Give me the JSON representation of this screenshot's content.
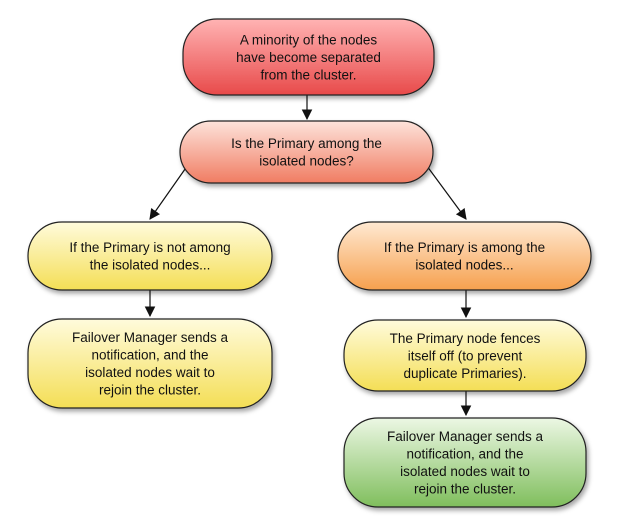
{
  "diagram": {
    "type": "flowchart",
    "nodes": [
      {
        "id": "start",
        "lines": [
          "A minority of the nodes",
          "have become separated",
          "from the cluster."
        ],
        "color": "red"
      },
      {
        "id": "question",
        "lines": [
          "Is the Primary among the",
          "isolated nodes?"
        ],
        "color": "salmon"
      },
      {
        "id": "not-among",
        "lines": [
          "If the Primary is not among",
          "the isolated nodes..."
        ],
        "color": "yellow"
      },
      {
        "id": "among",
        "lines": [
          "If the Primary is among the",
          "isolated nodes..."
        ],
        "color": "orange"
      },
      {
        "id": "notify-left",
        "lines": [
          "Failover Manager sends a",
          "notification, and the",
          "isolated nodes wait to",
          "rejoin the cluster."
        ],
        "color": "yellow"
      },
      {
        "id": "fence",
        "lines": [
          "The Primary node fences",
          "itself off (to prevent",
          "duplicate Primaries)."
        ],
        "color": "yellow"
      },
      {
        "id": "notify-right",
        "lines": [
          "Failover Manager sends a",
          "notification, and the",
          "isolated nodes wait to",
          "rejoin the cluster."
        ],
        "color": "green"
      }
    ],
    "edges": [
      {
        "from": "start",
        "to": "question"
      },
      {
        "from": "question",
        "to": "not-among"
      },
      {
        "from": "question",
        "to": "among"
      },
      {
        "from": "not-among",
        "to": "notify-left"
      },
      {
        "from": "among",
        "to": "fence"
      },
      {
        "from": "fence",
        "to": "notify-right"
      }
    ],
    "colors": {
      "red": [
        "#ffb3b3",
        "#e84a4a"
      ],
      "salmon": [
        "#fde3db",
        "#f07c62"
      ],
      "yellow": [
        "#fffbdc",
        "#f4de55"
      ],
      "orange": [
        "#ffe9d2",
        "#f6a04e"
      ],
      "green": [
        "#ecf7e4",
        "#7fbe5c"
      ],
      "stroke": "#222222"
    }
  }
}
